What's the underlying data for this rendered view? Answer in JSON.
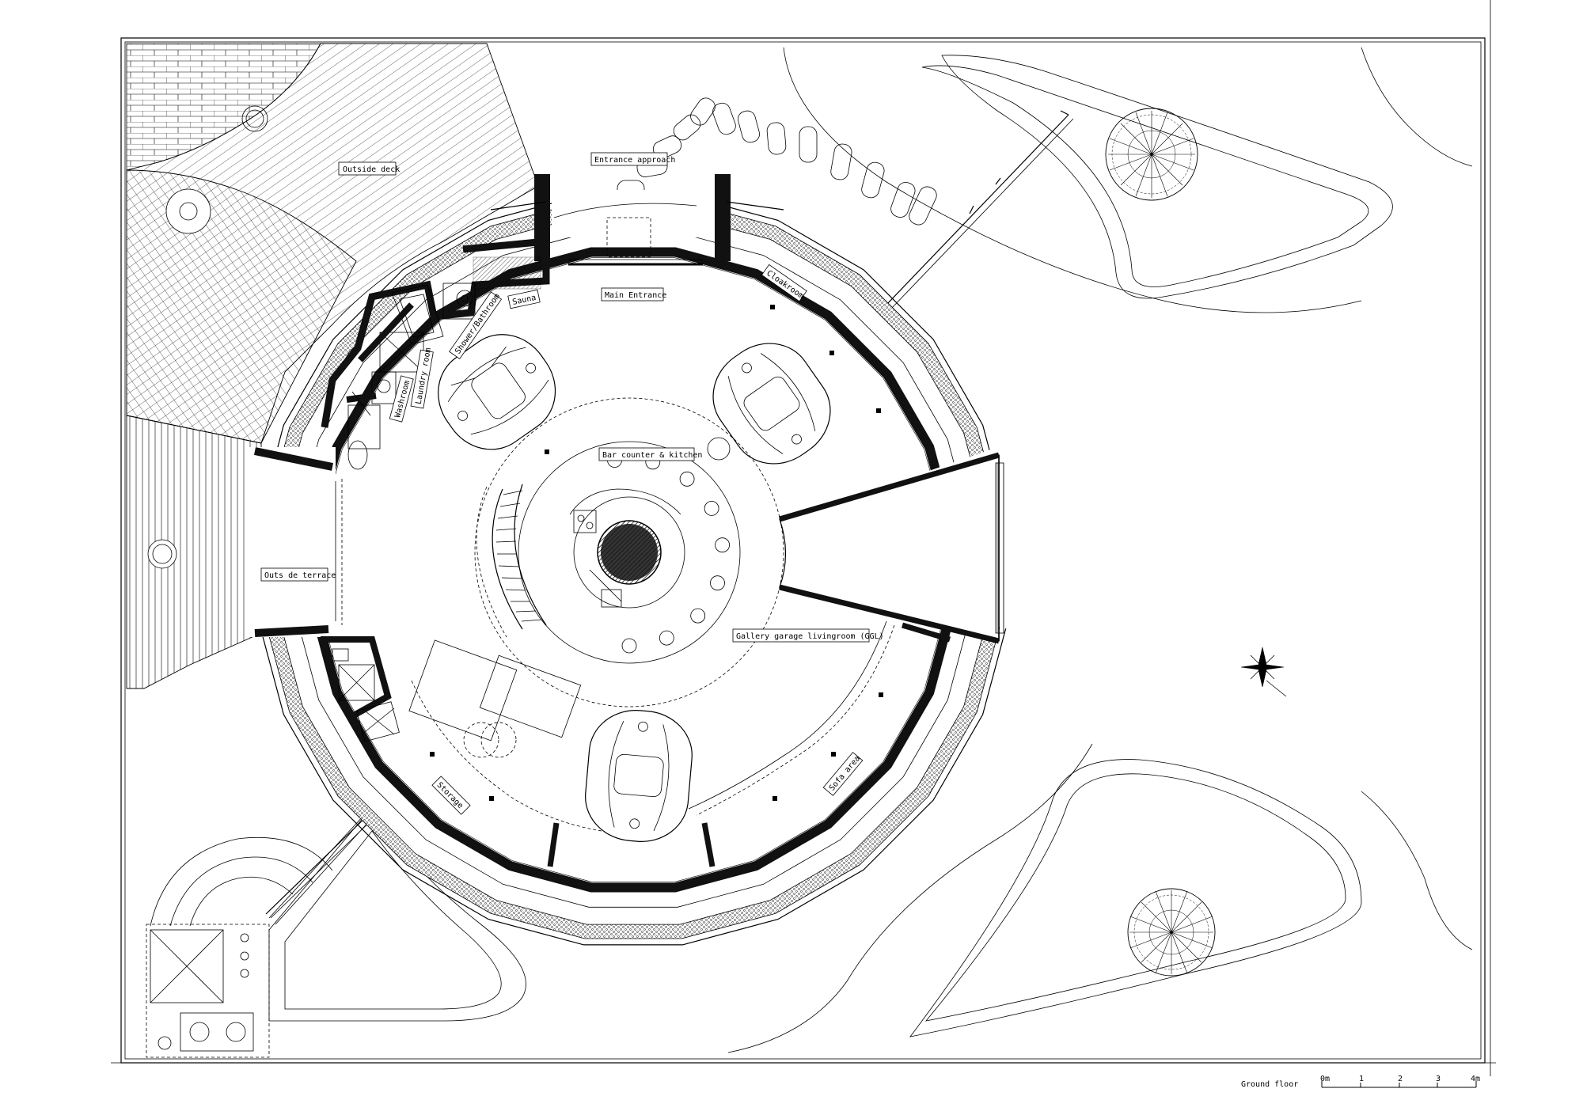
{
  "labels": {
    "outside_deck": "Outside deck",
    "entrance_approach": "Entrance approach",
    "main_entrance": "Main Entrance",
    "sauna": "Sauna",
    "shower_bathroom": "Shower/Bathroom",
    "laundry_room": "Laundry room",
    "washroom": "Washroom",
    "cloakroom": "Cloakroom",
    "bar_counter_kitchen": "Bar counter & kitchen",
    "outside_terrace": "Outs de terrace",
    "gallery_garage_livingroom": "Gallery garage livingroom (GGL)",
    "storage": "Storage",
    "sofa_area": "Sofa area"
  },
  "caption": {
    "title": "Ground floor",
    "scale": [
      "0m",
      "1",
      "2",
      "3",
      "4m"
    ]
  },
  "icons": [
    "north-arrow-icon",
    "tree-icon",
    "car-icon"
  ]
}
